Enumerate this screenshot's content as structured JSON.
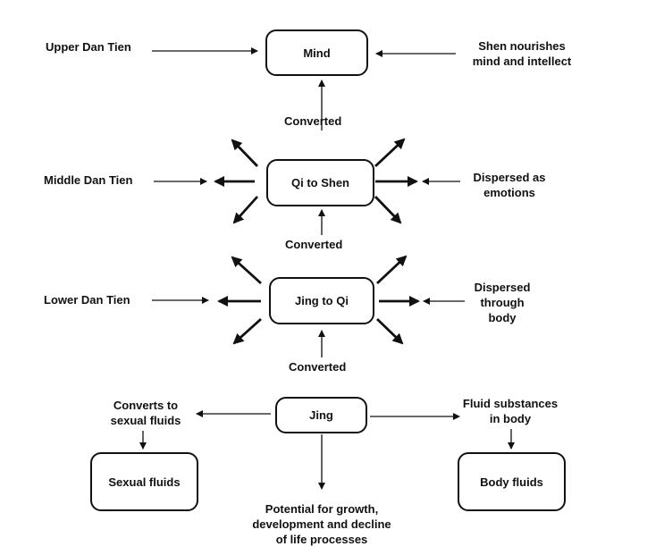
{
  "nodes": {
    "mind": "Mind",
    "qi_to_shen": "Qi to Shen",
    "jing_to_qi": "Jing to Qi",
    "jing": "Jing",
    "sexual_fluids": "Sexual fluids",
    "body_fluids": "Body fluids"
  },
  "labels": {
    "upper_dan_tien": "Upper Dan Tien",
    "middle_dan_tien": "Middle Dan Tien",
    "lower_dan_tien": "Lower Dan Tien",
    "shen_nourishes": [
      "Shen nourishes",
      "mind and intellect"
    ],
    "dispersed_emotions": [
      "Dispersed as",
      "emotions"
    ],
    "dispersed_body": [
      "Dispersed",
      "through",
      "body"
    ],
    "converted_1": "Converted",
    "converted_2": "Converted",
    "converted_3": "Converted",
    "converts_sexual": [
      "Converts to",
      "sexual fluids"
    ],
    "fluid_substances": [
      "Fluid substances",
      "in body"
    ],
    "potential": [
      "Potential for growth,",
      "development and decline",
      "of life processes"
    ]
  }
}
